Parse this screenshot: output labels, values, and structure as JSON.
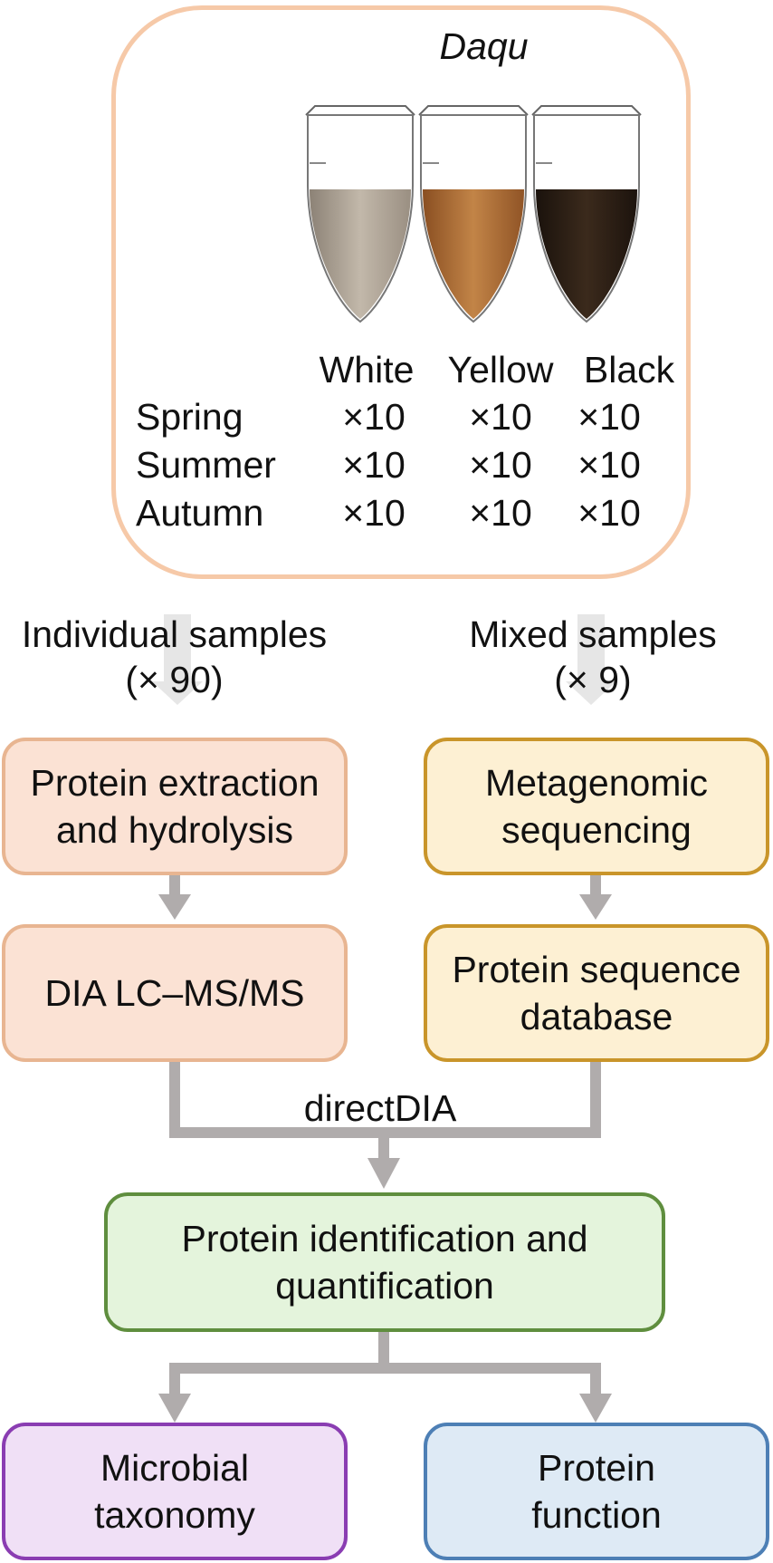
{
  "daqu": {
    "title": "Daqu",
    "colors": [
      "White",
      "Yellow",
      "Black"
    ],
    "seasons": [
      "Spring",
      "Summer",
      "Autumn"
    ],
    "counts": [
      [
        "×10",
        "×10",
        "×10"
      ],
      [
        "×10",
        "×10",
        "×10"
      ],
      [
        "×10",
        "×10",
        "×10"
      ]
    ]
  },
  "samples": {
    "individual": "Individual samples\n(× 90)",
    "mixed": "Mixed samples\n(× 9)"
  },
  "boxes": {
    "protein_extraction": "Protein extraction\nand hydrolysis",
    "dia": "DIA LC–MS/MS",
    "metagenomic": "Metagenomic\nsequencing",
    "database": "Protein sequence\ndatabase",
    "identification": "Protein identification and\nquantification",
    "taxonomy": "Microbial\ntaxonomy",
    "function": "Protein\nfunction"
  },
  "connector_label": "directDIA",
  "style": {
    "panel_border": "#f6c9a8",
    "orange_fill": "#fbe2d4",
    "orange_border": "#e8b591",
    "yellow_fill": "#fdf0d3",
    "yellow_border": "#c9952a",
    "green_fill": "#e4f4dc",
    "green_border": "#5f8e3e",
    "purple_fill": "#f0e0f6",
    "purple_border": "#8a3db2",
    "blue_fill": "#deeaf5",
    "blue_border": "#4d7fb5",
    "arrow": "#b0acac"
  }
}
